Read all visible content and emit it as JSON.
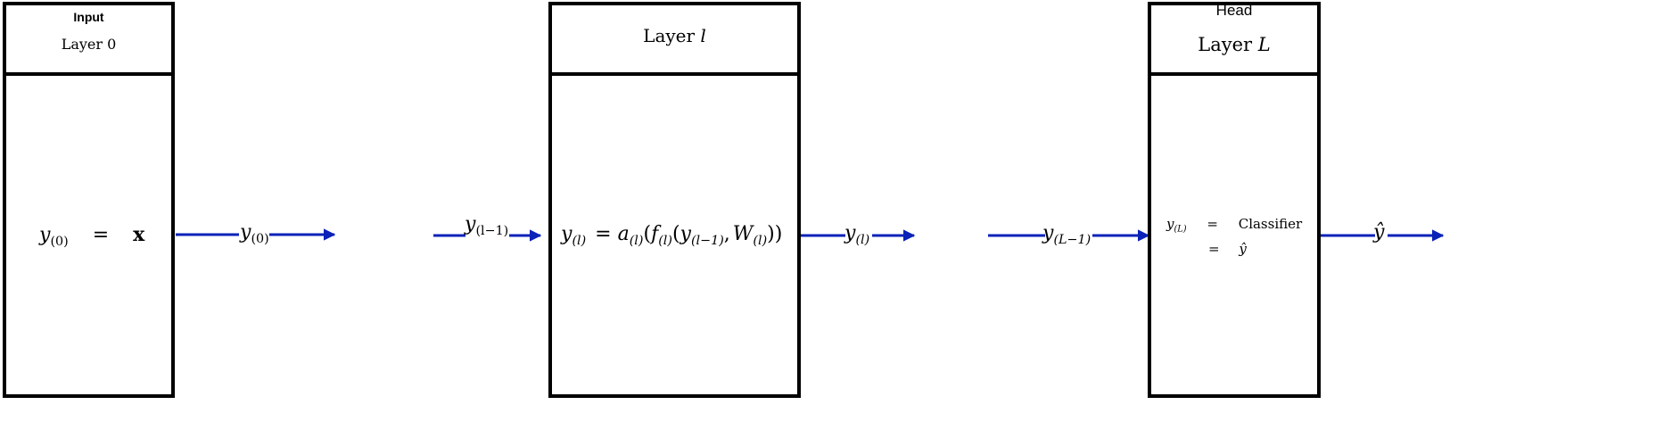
{
  "input_block": {
    "tag": "Input",
    "title": "Layer 0",
    "eq_lhs_var": "y",
    "eq_lhs_sub": "(0)",
    "eq_op": "=",
    "eq_rhs": "x"
  },
  "arrow_1": {
    "label_var": "y",
    "label_sub": "(0)"
  },
  "arrow_2": {
    "label_var": "y",
    "label_sub": "(l−1)"
  },
  "layer_l_block": {
    "title_word": "Layer",
    "title_var": "l",
    "eq": {
      "y": "y",
      "y_sub": "(l)",
      "eq": "=",
      "a": "a",
      "a_sub": "(l)",
      "open1": "(",
      "f": "f",
      "f_sub": "(l)",
      "open2": "(",
      "y2": "y",
      "y2_sub": "(l−1)",
      "comma": ",",
      "W": "W",
      "W_sub": "(l)",
      "close": "))"
    }
  },
  "arrow_3": {
    "label_var": "y",
    "label_sub": "(l)"
  },
  "arrow_4": {
    "label_var": "y",
    "label_sub": "(L−1)"
  },
  "head_block": {
    "tag": "Head",
    "title_word": "Layer",
    "title_var": "L",
    "row1_var": "y",
    "row1_sub": "(L)",
    "row1_op": "=",
    "row1_rhs": "Classifier",
    "row2_op": "=",
    "row2_rhs": "ŷ"
  },
  "arrow_5": {
    "label": "ŷ"
  },
  "colors": {
    "arrow": "#0a22b8",
    "box": "#000000"
  }
}
